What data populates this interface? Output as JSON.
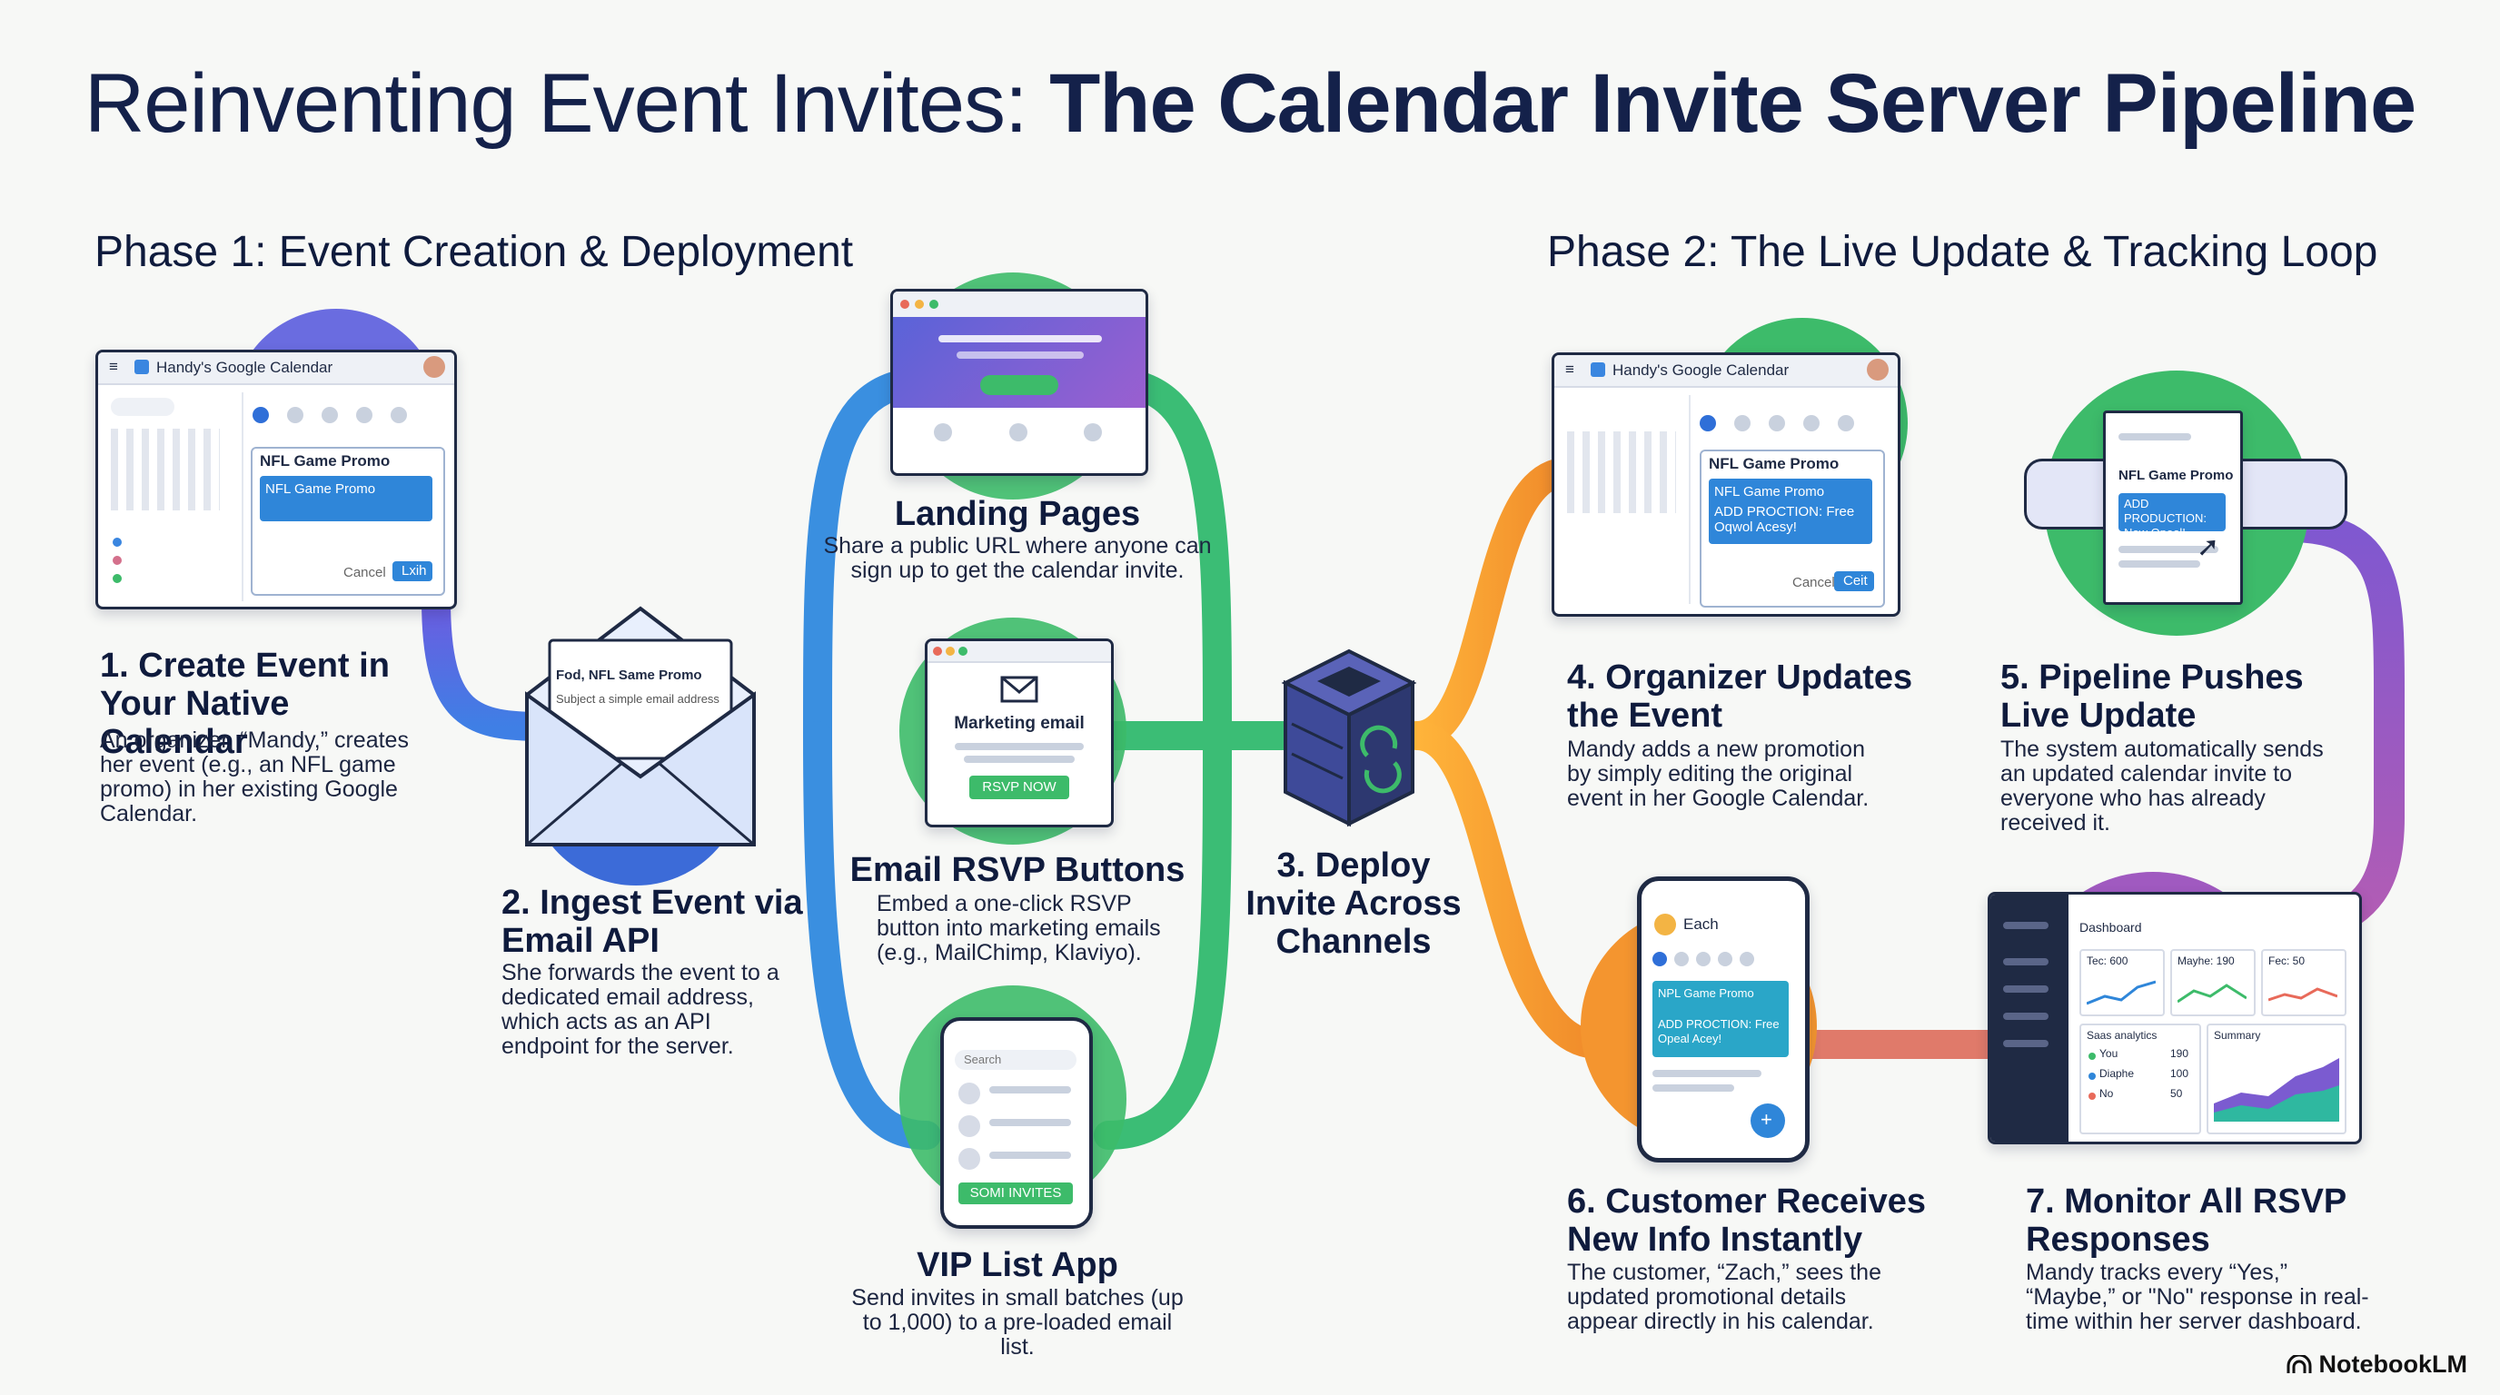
{
  "title": {
    "regular": "Reinventing Event Invites: ",
    "bold": "The Calendar Invite Server Pipeline"
  },
  "phases": {
    "phase1": "Phase 1: Event Creation & Deployment",
    "phase2": "Phase 2: The Live Update & Tracking Loop"
  },
  "steps": {
    "s1": {
      "title": "1. Create Event in Your Native Calendar",
      "desc": "An organizer, “Mandy,” creates her event (e.g., an NFL game promo) in her existing Google Calendar."
    },
    "s2": {
      "title": "2. Ingest Event via Email API",
      "desc": "She forwards the event to a dedicated email address, which acts as an API endpoint for the server."
    },
    "s3": {
      "title": "3. Deploy Invite Across Channels"
    },
    "s4": {
      "title": "4. Organizer Updates the Event",
      "desc": "Mandy adds a new promotion by simply editing the original event in her Google Calendar."
    },
    "s5": {
      "title": "5. Pipeline Pushes Live Update",
      "desc": "The system automatically sends an updated calendar invite to everyone who has already received it."
    },
    "s6": {
      "title": "6. Customer Receives New Info Instantly",
      "desc": "The customer, “Zach,” sees the updated promotional details appear directly in his calendar."
    },
    "s7": {
      "title": "7. Monitor All RSVP Responses",
      "desc": "Mandy tracks every “Yes,” “Maybe,” or \"No\" response in real-time within her server dashboard."
    }
  },
  "channels": {
    "landing": {
      "title": "Landing Pages",
      "desc": "Share a public URL where anyone can sign up to get the calendar invite."
    },
    "email": {
      "title": "Email RSVP Buttons",
      "desc": "Embed a one-click RSVP button into marketing emails (e.g., MailChimp, Klaviyo)."
    },
    "vip": {
      "title": "VIP List App",
      "desc": "Send invites in small batches (up to 1,000) to a pre-loaded email list."
    }
  },
  "mock": {
    "calendar_app": "Handy's Google Calendar",
    "event_title": "NFL Game Promo",
    "event_field": "NFL Game Promo",
    "cancel": "Cancel",
    "save": "Lxih",
    "update_line1": "NFL Game Promo",
    "update_line2": "ADD PROCTION: Free Oqwol Acesy!",
    "save2": "Ceit",
    "envelope_subject": "Fod, NFL Same Promo",
    "envelope_line": "Subject a simple email address",
    "marketing_email": "Marketing email",
    "rsvp_button": "RSVP NOW",
    "search": "Search",
    "vip_button": "SOMI INVITES",
    "doc_title": "NFL Game Promo",
    "doc_badge": "ADD PRODUCTION: New Opeal!",
    "phone_user": "Each",
    "phone_card1": "NPL Game Promo",
    "phone_card2": "ADD PROCTION: Free Opeal Acey!",
    "dashboard": "Dashboard",
    "stat1": "Tec: 600",
    "stat2": "Mayhe: 190",
    "stat3": "Fec: 50",
    "analytics": "Saas analytics",
    "summary": "Summary",
    "rows": [
      {
        "k": "You",
        "v": "190"
      },
      {
        "k": "Diaphe",
        "v": "100"
      },
      {
        "k": "No",
        "v": "50"
      }
    ]
  },
  "brand": "NotebookLM",
  "colors": {
    "blue": "#2f86d9",
    "green": "#3dbb6a",
    "orange": "#f4952f",
    "purple": "#8a55c8",
    "pink": "#d4708c"
  }
}
